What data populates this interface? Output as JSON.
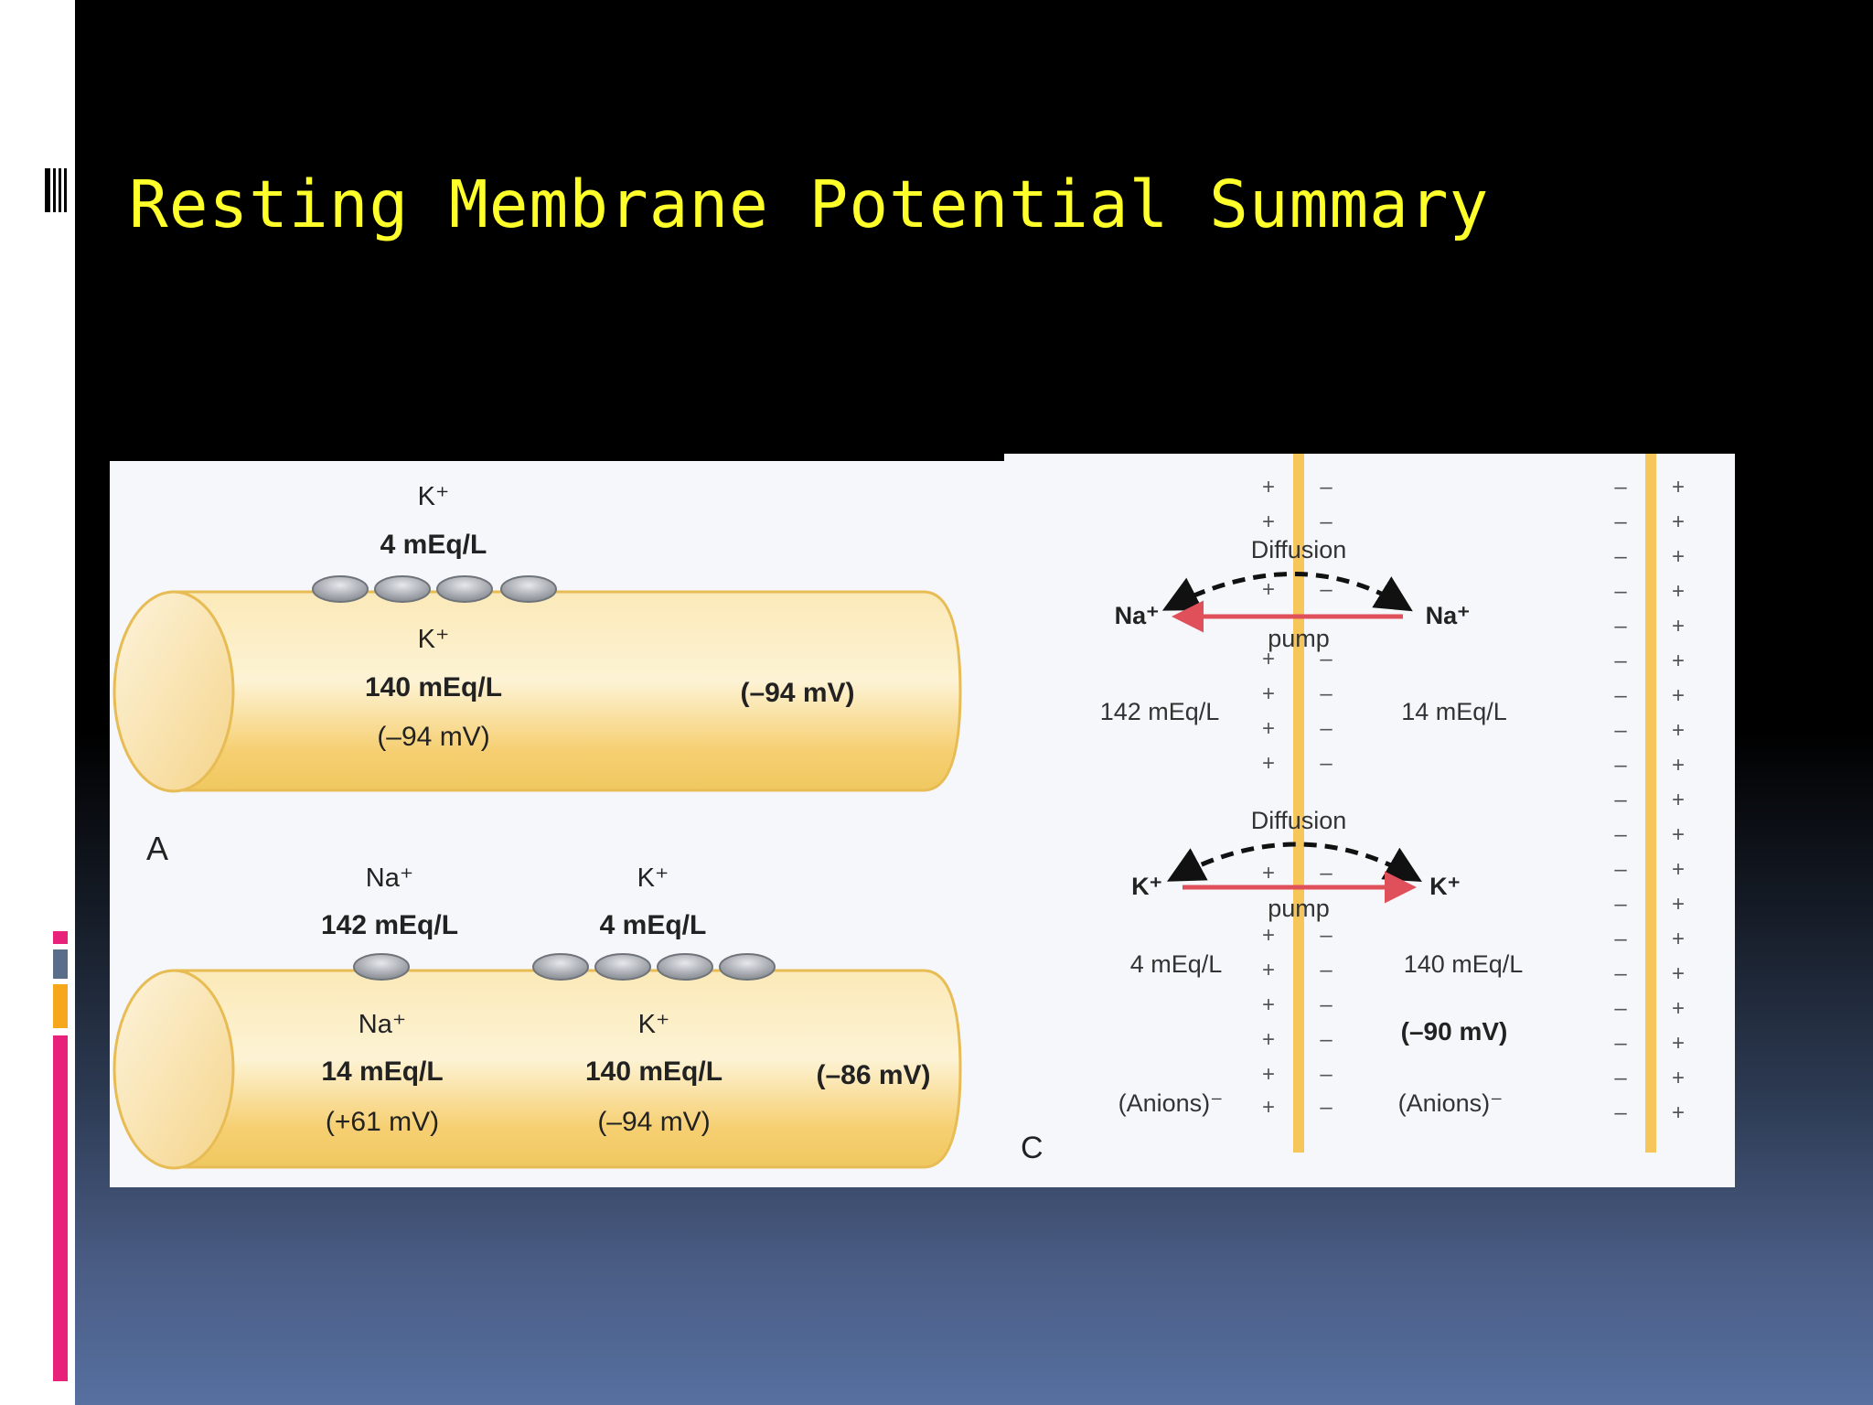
{
  "slide": {
    "title": "Resting Membrane Potential Summary"
  },
  "colors": {
    "title": "#ffff2a",
    "accent_pink": "#e8217a",
    "accent_orange": "#f7a71b",
    "accent_slate": "#5a6e8c",
    "membrane": "#f6c65a",
    "pump_arrow": "#e0505a"
  },
  "panel_a": {
    "label": "A",
    "top_fiber": {
      "outside_ion": "K⁺",
      "outside_conc": "4 mEq/L",
      "inside_ion": "K⁺",
      "inside_conc": "140 mEq/L",
      "inside_potential": "(–94 mV)",
      "membrane_potential": "(–94 mV)"
    },
    "bottom_fiber": {
      "na_outside_ion": "Na⁺",
      "na_outside_conc": "142 mEq/L",
      "k_outside_ion": "K⁺",
      "k_outside_conc": "4 mEq/L",
      "na_inside_ion": "Na⁺",
      "na_inside_conc": "14 mEq/L",
      "na_potential": "(+61 mV)",
      "k_inside_ion": "K⁺",
      "k_inside_conc": "140 mEq/L",
      "k_potential": "(–94 mV)",
      "membrane_potential": "(–86 mV)"
    }
  },
  "panel_c": {
    "label": "C",
    "na_section": {
      "diffusion_label": "Diffusion",
      "pump_label": "pump",
      "left_ion": "Na⁺",
      "right_ion": "Na⁺",
      "left_conc": "142 mEq/L",
      "right_conc": "14 mEq/L"
    },
    "k_section": {
      "diffusion_label": "Diffusion",
      "pump_label": "pump",
      "left_ion": "K⁺",
      "right_ion": "K⁺",
      "left_conc": "4 mEq/L",
      "right_conc": "140 mEq/L"
    },
    "potential": "(–90 mV)",
    "left_anions": "(Anions)⁻",
    "right_anions": "(Anions)⁻",
    "plus_sign": "+",
    "minus_sign": "–"
  }
}
